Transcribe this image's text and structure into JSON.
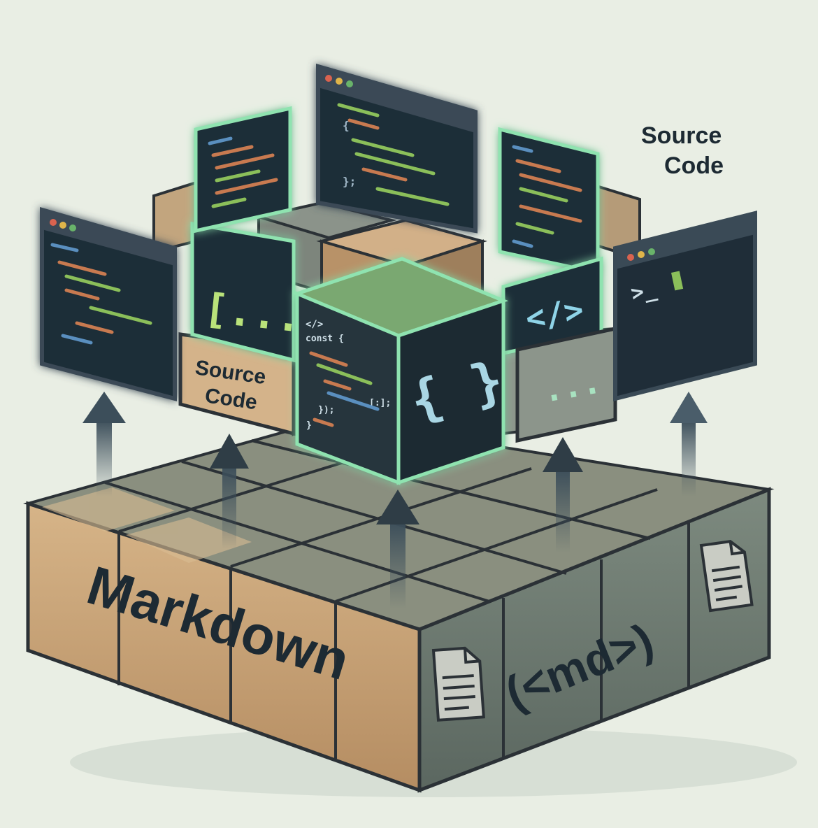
{
  "labels": {
    "source_code_top_line1": "Source",
    "source_code_top_line2": "Code",
    "source_code_block_line1": "Source",
    "source_code_block_line2": "Code",
    "markdown": "Markdown",
    "md_tag": "(<md>)"
  },
  "glyphs": {
    "brackets": "[...]",
    "braces": "{ }",
    "tag": "</>",
    "ellipsis": "...",
    "prompt": ">_",
    "cube_tag": "</>",
    "cube_const": "const {",
    "cube_close": "});",
    "cube_arr": "[:];",
    "cube_end": "}",
    "code_open": "{",
    "code_close": "};"
  },
  "colors": {
    "background": "#e9eee4",
    "screen_dark": "#1f2d38",
    "window_frame": "#3a4a56",
    "glow": "#8fe3b0",
    "sandstone": "#c9a578",
    "slate": "#6f7a72",
    "arrow": "#3c4e5a",
    "code_green": "#8bbf5a",
    "code_orange": "#c87a50"
  },
  "icons": [
    "arrow-up-icon",
    "document-icon",
    "terminal-icon",
    "window-dots-icon"
  ]
}
